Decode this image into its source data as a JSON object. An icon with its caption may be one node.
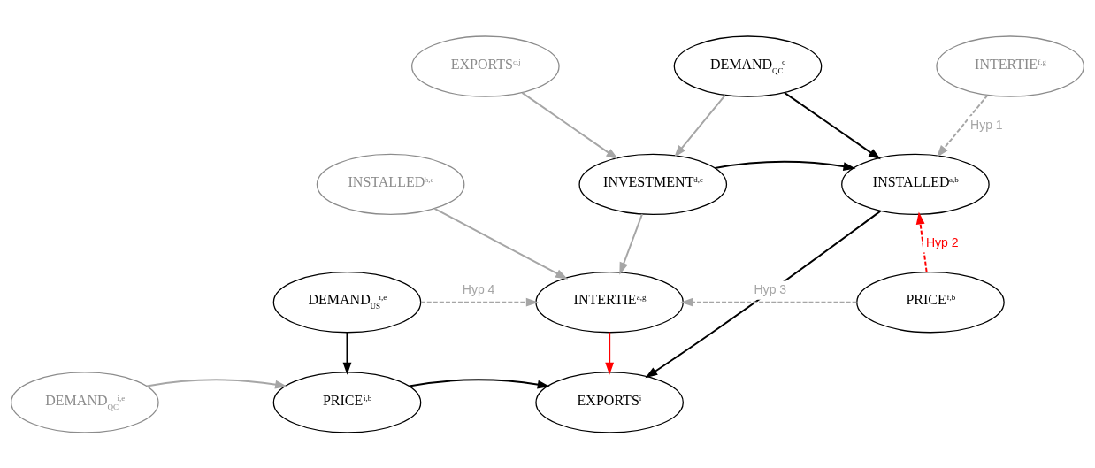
{
  "diagram": {
    "nodes": [
      {
        "text": [
          "EXPORTS$^{c,j}$"
        ]
      },
      {
        "text": [
          "DEMAND$_{QC}$$^{c}$"
        ]
      },
      {
        "text": [
          "INTERTIE$^{f,g}$"
        ]
      },
      {
        "text": [
          "INSTALLED$^{h,e}$"
        ]
      },
      {
        "text": [
          "INVESTMENT$^{d,e}$"
        ]
      },
      {
        "text": [
          "INSTALLED$^{a,b}$"
        ]
      },
      {
        "text": [
          "DEMAND$_{US}$$^{i,e}$"
        ]
      },
      {
        "text": [
          "INTERTIE$^{a,g}$"
        ]
      },
      {
        "text": [
          "PRICE$^{f,b}$"
        ]
      },
      {
        "text": [
          "DEMAND$_{QC}$$^{i,e}$"
        ]
      },
      {
        "text": [
          "PRICE$^{i,b}$"
        ]
      },
      {
        "text": [
          "EXPORTS$^{i}$"
        ]
      }
    ],
    "edges": [
      {
        "from": 0,
        "to": 4,
        "arrow": "to"
      },
      {
        "from": 1,
        "to": 4,
        "arrow": "to"
      },
      {
        "from": 1,
        "to": 5,
        "arrow": "to",
        "color": "#000000"
      },
      {
        "from": 2,
        "to": 5,
        "arrow": "to",
        "label": "Hyp 1",
        "style": "dashed"
      },
      {
        "from": 4,
        "to": 5,
        "arrow": "to",
        "color": "#000000"
      },
      {
        "from": 5,
        "to": 11,
        "arrow": "to",
        "color": "#000000"
      },
      {
        "from": 4,
        "to": 7,
        "arrow": "to"
      },
      {
        "from": 3,
        "to": 7,
        "arrow": "to"
      },
      {
        "from": 6,
        "to": 7,
        "arrow": "to",
        "label": "Hyp 4",
        "style": "dashed"
      },
      {
        "from": 8,
        "to": 7,
        "arrow": "to",
        "label": "Hyp 3",
        "style": "dashed"
      },
      {
        "from": 8,
        "to": 5,
        "arrow": "to",
        "label": "Hyp 2",
        "style": "dashed",
        "color": "#ff0000"
      },
      {
        "from": 6,
        "to": 10,
        "arrow": "to",
        "color": "#000000"
      },
      {
        "from": 7,
        "to": 11,
        "arrow": "to",
        "color": "#ff0000"
      },
      {
        "from": 9,
        "to": 10,
        "arrow": "to"
      },
      {
        "from": 10,
        "to": 11,
        "arrow": "to",
        "color": "#000000"
      }
    ]
  }
}
